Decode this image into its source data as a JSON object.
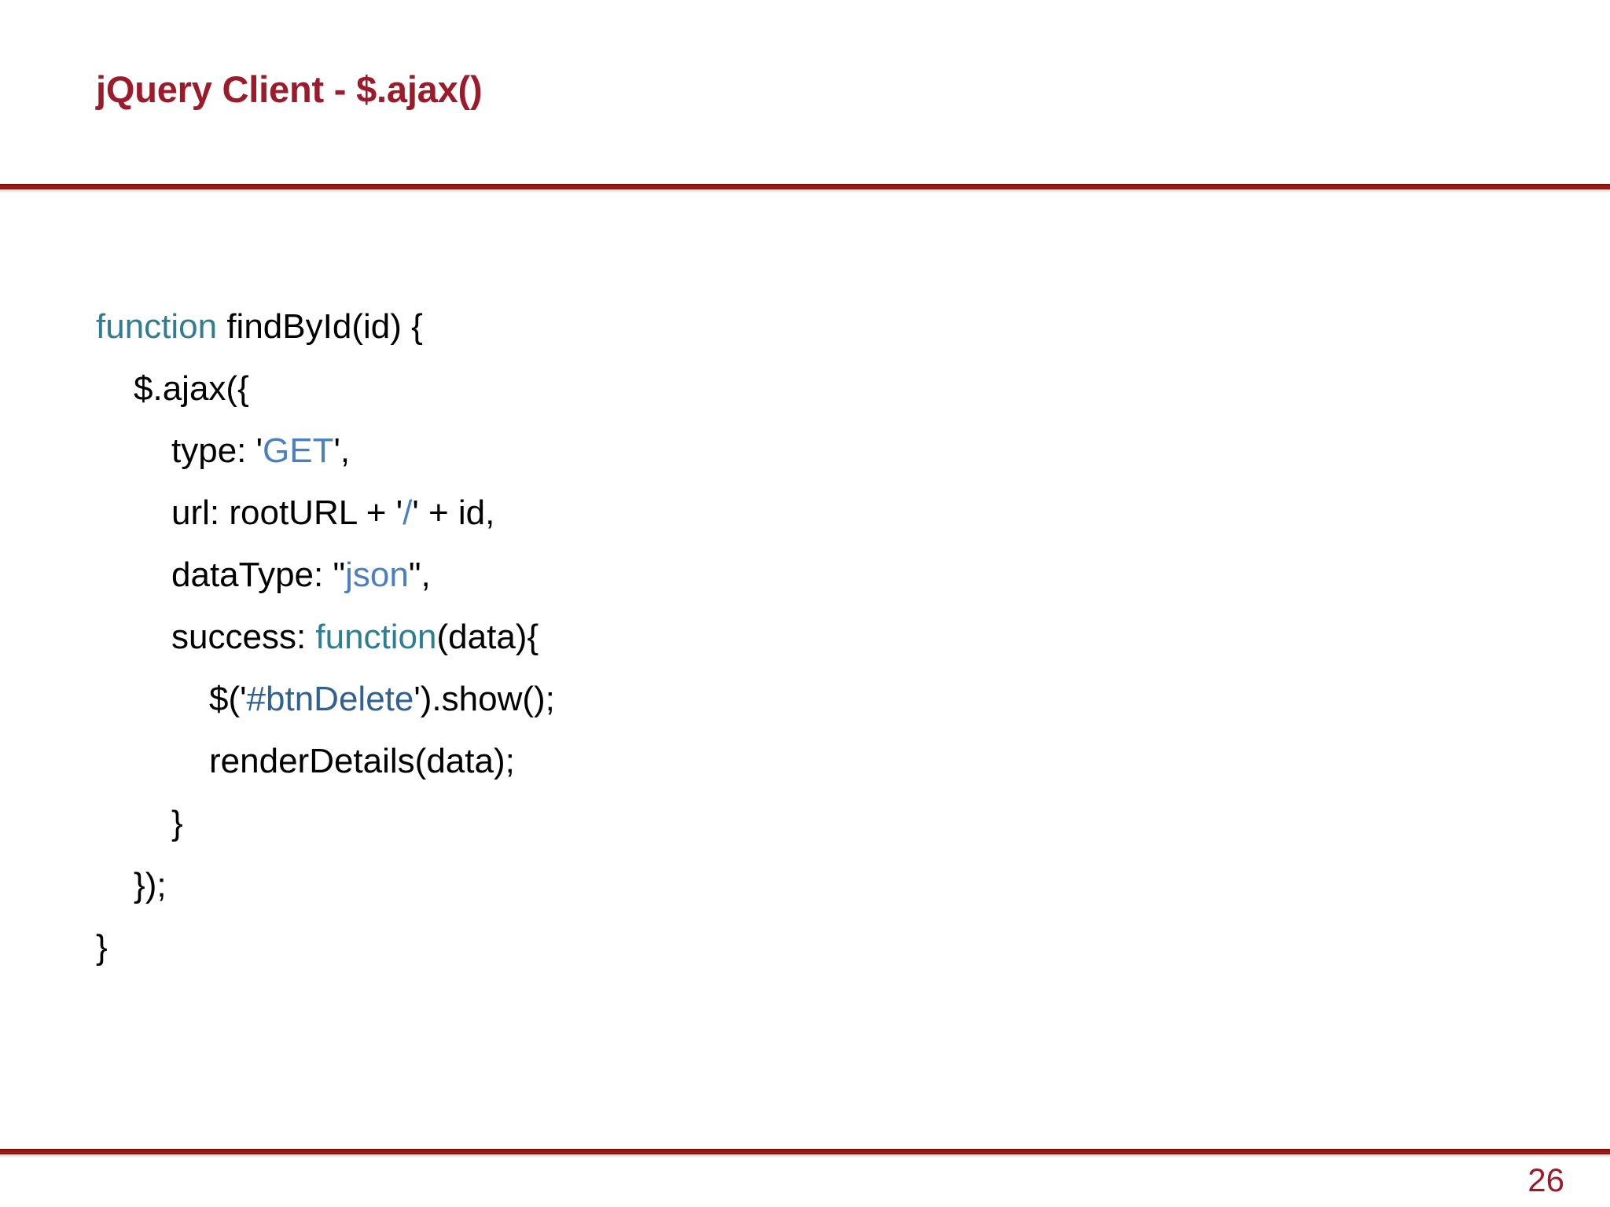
{
  "slide": {
    "title": "jQuery Client - $.ajax()",
    "page_number": "26",
    "accent_color": "#9B1B2A",
    "rule_color": "#9B1B17",
    "background_color": "#FFFFFF"
  },
  "syntax_colors": {
    "keyword": "#2E7D94",
    "string": "#4A80C0",
    "selector": "#2F6193",
    "plain": "#000000"
  },
  "code": {
    "language": "javascript",
    "lines": [
      {
        "indent": 0,
        "tokens": [
          {
            "t": "function",
            "c": "keyword"
          },
          {
            "t": " findById(id) {",
            "c": "plain"
          }
        ]
      },
      {
        "indent": 1,
        "tokens": [
          {
            "t": "$.ajax({",
            "c": "plain"
          }
        ]
      },
      {
        "indent": 2,
        "tokens": [
          {
            "t": "type: '",
            "c": "plain"
          },
          {
            "t": "GET",
            "c": "string"
          },
          {
            "t": "',",
            "c": "plain"
          }
        ]
      },
      {
        "indent": 2,
        "tokens": [
          {
            "t": "url: rootURL + '",
            "c": "plain"
          },
          {
            "t": "/",
            "c": "string"
          },
          {
            "t": "' + id,",
            "c": "plain"
          }
        ]
      },
      {
        "indent": 2,
        "tokens": [
          {
            "t": "dataType: \"",
            "c": "plain"
          },
          {
            "t": "json",
            "c": "string"
          },
          {
            "t": "\",",
            "c": "plain"
          }
        ]
      },
      {
        "indent": 2,
        "tokens": [
          {
            "t": "success: ",
            "c": "plain"
          },
          {
            "t": "function",
            "c": "keyword"
          },
          {
            "t": "(data){",
            "c": "plain"
          }
        ]
      },
      {
        "indent": 3,
        "tokens": [
          {
            "t": "$('",
            "c": "plain"
          },
          {
            "t": "#btnDelete",
            "c": "selector"
          },
          {
            "t": "').show();",
            "c": "plain"
          }
        ]
      },
      {
        "indent": 3,
        "tokens": [
          {
            "t": "renderDetails(data);",
            "c": "plain"
          }
        ]
      },
      {
        "indent": 2,
        "tokens": [
          {
            "t": "}",
            "c": "plain"
          }
        ]
      },
      {
        "indent": 1,
        "tokens": [
          {
            "t": "});",
            "c": "plain"
          }
        ]
      },
      {
        "indent": 0,
        "tokens": [
          {
            "t": "}",
            "c": "plain"
          }
        ]
      }
    ]
  }
}
